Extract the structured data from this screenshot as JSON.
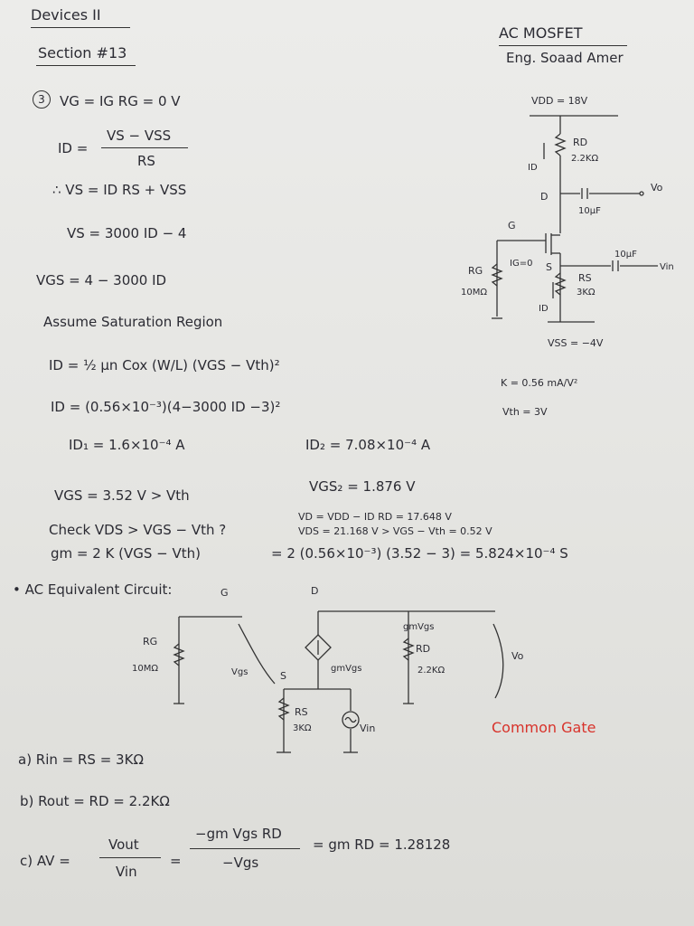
{
  "header": {
    "course": "Devices II",
    "section": "Section #13",
    "topic": "AC MOSFET",
    "author": "Eng. Soaad Amer"
  },
  "problem": {
    "number": "3",
    "line1": "VG = IG RG = 0 V",
    "id_lhs": "ID =",
    "id_num": "VS − VSS",
    "id_den": "RS",
    "vs_eq": "∴ VS = ID RS + VSS",
    "vs_num": "VS = 3000 ID − 4",
    "vgs_eq": "VGS = 4 − 3000 ID",
    "assume": "Assume Saturation Region",
    "sat_eq": "ID = ½ μn Cox (W/L) (VGS − Vth)²",
    "sub_eq": "ID = (0.56×10⁻³)(4−3000 ID −3)²",
    "id1": "ID₁ = 1.6×10⁻⁴ A",
    "id2": "ID₂ = 7.08×10⁻⁴ A",
    "vgs1": "VGS = 3.52 V  >  Vth",
    "vgs2": "VGS₂ = 1.876 V",
    "vd": "VD = VDD − ID RD = 17.648 V",
    "vds": "VDS = 21.168 V  >  VGS − Vth = 0.52 V",
    "check": "Check  VDS > VGS − Vth ?",
    "gm": "gm = 2 K (VGS − Vth)",
    "gm_val": "= 2 (0.56×10⁻³) (3.52 − 3) = 5.824×10⁻⁴ S"
  },
  "circuit_dc": {
    "vdd": "VDD = 18V",
    "rd": "RD",
    "rd_val": "2.2KΩ",
    "id_label": "ID",
    "d": "D",
    "cap_out": "10μF",
    "vo": "Vo",
    "g": "G",
    "ig": "IG=0",
    "s": "S",
    "cap_in": "10μF",
    "vin": "Vin",
    "rg": "RG",
    "rg_val": "10MΩ",
    "rs": "RS",
    "rs_val": "3KΩ",
    "id_bottom": "ID",
    "vss": "VSS = −4V",
    "k": "K = 0.56 mA/V²",
    "vth": "Vth = 3V"
  },
  "ac": {
    "title": "• AC Equivalent Circuit:",
    "g": "G",
    "d": "D",
    "rg": "RG",
    "rg_val": "10MΩ",
    "vgs": "Vgs",
    "s": "S",
    "gmvgs": "gmVgs",
    "gmvgs_top": "gmVgs",
    "rd": "RD",
    "rd_val": "2.2KΩ",
    "vo": "Vo",
    "rs": "RS",
    "rs_val": "3KΩ",
    "vin": "Vin",
    "topology": "Common Gate",
    "topology_color": "#d8332b"
  },
  "results": {
    "rin": "a) Rin = RS = 3KΩ",
    "rout": "b) Rout = RD = 2.2KΩ",
    "av_lhs": "c) AV =",
    "av_num": "Vout",
    "av_den": "Vin",
    "av_mid_num": "−gm Vgs RD",
    "av_mid_den": "−Vgs",
    "av_rhs": "= gm RD = 1.28128"
  }
}
